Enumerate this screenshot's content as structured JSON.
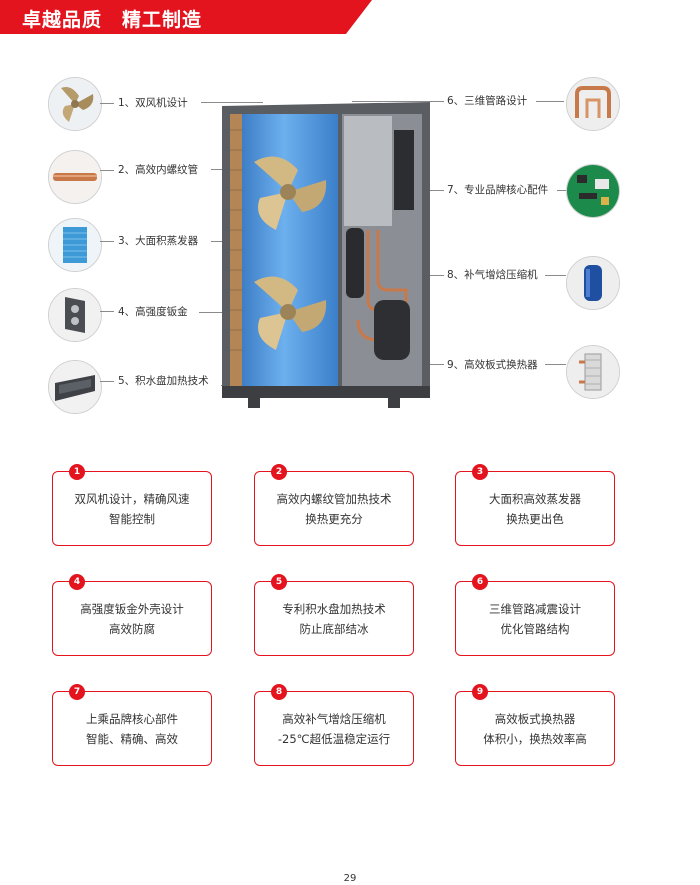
{
  "header": {
    "title": "卓越品质　精工制造",
    "accent_color": "#e3141e"
  },
  "callouts_left": [
    {
      "label": "1、双风机设计",
      "icon": "fan-blade-icon"
    },
    {
      "label": "2、高效内螺纹管",
      "icon": "copper-tube-icon"
    },
    {
      "label": "3、大面积蒸发器",
      "icon": "evaporator-icon"
    },
    {
      "label": "4、高强度钣金",
      "icon": "sheet-metal-icon"
    },
    {
      "label": "5、积水盘加热技术",
      "icon": "drip-tray-icon"
    }
  ],
  "callouts_right": [
    {
      "label": "6、三维管路设计",
      "icon": "pipework-icon"
    },
    {
      "label": "7、专业品牌核心配件",
      "icon": "circuit-board-icon"
    },
    {
      "label": "8、补气增焓压缩机",
      "icon": "compressor-icon"
    },
    {
      "label": "9、高效板式换热器",
      "icon": "plate-heat-exchanger-icon"
    }
  ],
  "features": [
    {
      "number": "1",
      "line1": "双风机设计，精确风速",
      "line2": "智能控制"
    },
    {
      "number": "2",
      "line1": "高效内螺纹管加热技术",
      "line2": "换热更充分"
    },
    {
      "number": "3",
      "line1": "大面积高效蒸发器",
      "line2": "换热更出色"
    },
    {
      "number": "4",
      "line1": "高强度钣金外壳设计",
      "line2": "高效防腐"
    },
    {
      "number": "5",
      "line1": "专利积水盘加热技术",
      "line2": "防止底部结冰"
    },
    {
      "number": "6",
      "line1": "三维管路减震设计",
      "line2": "优化管路结构"
    },
    {
      "number": "7",
      "line1": "上乘品牌核心部件",
      "line2": "智能、精确、高效"
    },
    {
      "number": "8",
      "line1": "高效补气增焓压缩机",
      "line2": "-25℃超低温稳定运行"
    },
    {
      "number": "9",
      "line1": "高效板式换热器",
      "line2": "体积小，换热效率高"
    }
  ],
  "footer": {
    "page_number": "29"
  }
}
